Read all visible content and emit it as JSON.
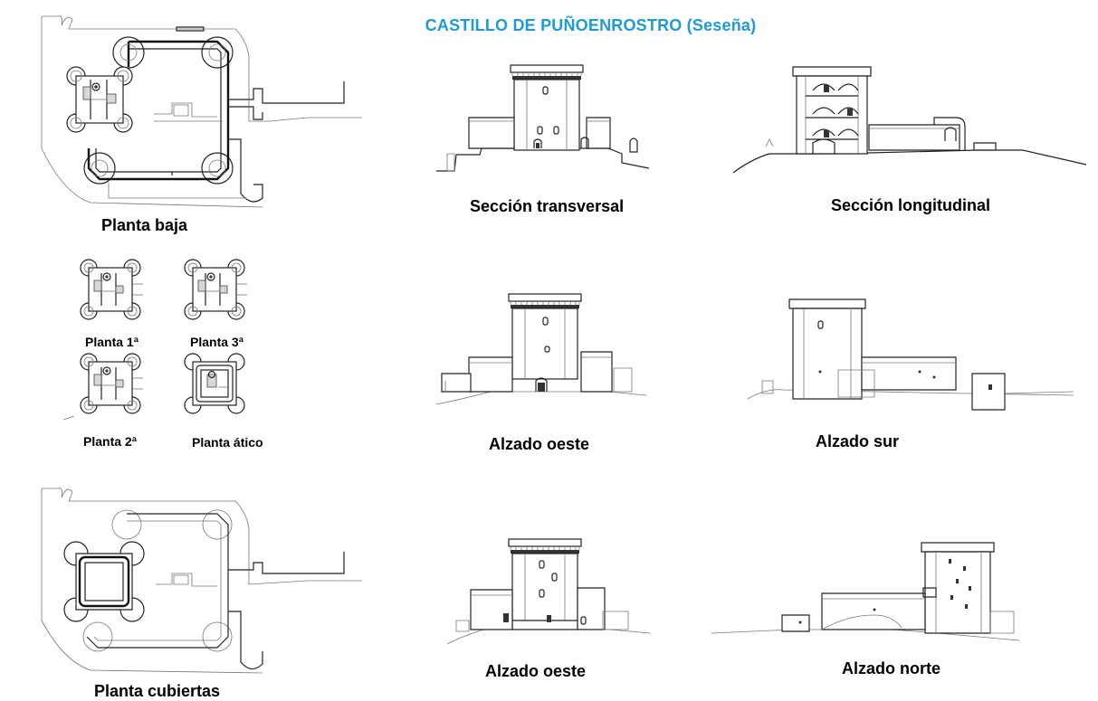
{
  "title": "CASTILLO DE PUÑOENROSTRO (Seseña)",
  "labels": {
    "planta_baja": "Planta baja",
    "planta_1": "Planta 1ª",
    "planta_3": "Planta 3ª",
    "planta_2": "Planta 2ª",
    "planta_atico": "Planta ático",
    "planta_cubiertas": "Planta cubiertas",
    "seccion_transversal": "Sección transversal",
    "seccion_longitudinal": "Sección longitudinal",
    "alzado_oeste_1": "Alzado oeste",
    "alzado_sur": "Alzado sur",
    "alzado_oeste_2": "Alzado oeste",
    "alzado_norte": "Alzado norte"
  },
  "colors": {
    "title": "#1E9BD7",
    "ink": "#222222"
  }
}
